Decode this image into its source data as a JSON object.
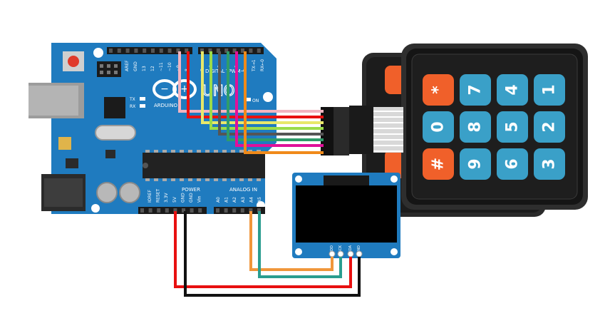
{
  "board": {
    "name": "UNO",
    "brand": "ARDUINO",
    "on_label": "ON",
    "tx_label": "TX",
    "rx_label": "RX",
    "power_label": "POWER",
    "analog_label": "ANALOG IN",
    "digital_label": "DIGITAL (PWM~)",
    "top_pins": [
      "AREF",
      "GND",
      "13",
      "12",
      "~11",
      "~10",
      "~9",
      "8",
      "7",
      "~6",
      "~5",
      "4",
      "~3",
      "2",
      "TX→1",
      "RX←0"
    ],
    "power_pins": [
      "IOREF",
      "RESET",
      "3.3V",
      "5V",
      "GND",
      "GND",
      "Vin"
    ],
    "analog_pins": [
      "A0",
      "A1",
      "A2",
      "A3",
      "A4",
      "A5"
    ]
  },
  "oled": {
    "pins": [
      "VDD",
      "SCK",
      "SDA",
      "GND"
    ]
  },
  "keypad": {
    "keys": [
      "1",
      "4",
      "7",
      "*",
      "2",
      "5",
      "8",
      "0",
      "3",
      "6",
      "9",
      "#"
    ]
  },
  "colors": {
    "board": "#1f7bbf",
    "keypad_body": "#232323",
    "key_blue": "#3aa0c8",
    "key_orange": "#f0602a",
    "wire_red": "#e81010",
    "wire_black": "#111111",
    "wire_orange": "#f0963a",
    "wire_teal": "#2a9d8f"
  }
}
